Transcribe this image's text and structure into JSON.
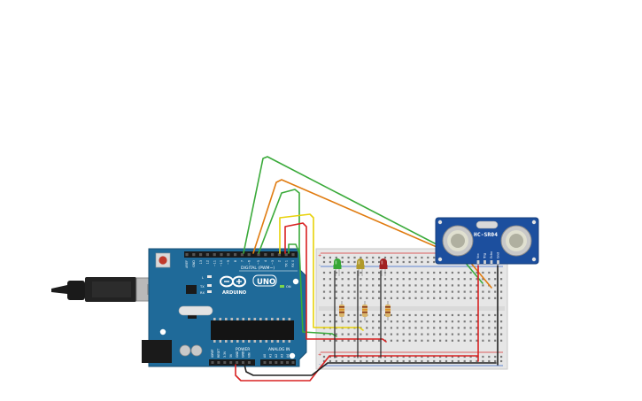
{
  "arduino": {
    "brand": "ARDUINO",
    "model": "UNO",
    "digital_label": "DIGITAL (PWM~)",
    "power_label": "POWER",
    "analog_label": "ANALOG IN",
    "on_label": "ON",
    "digital_pins": [
      "AREF",
      "GND",
      "13",
      "12",
      "~11",
      "~10",
      "~9",
      "8",
      "7",
      "~6",
      "~5",
      "4",
      "~3",
      "2",
      "TX 1",
      "RX 0"
    ],
    "power_pins": [
      "IOREF",
      "RESET",
      "3.3V",
      "5V",
      "GND",
      "GND",
      "VIN"
    ],
    "analog_pins": [
      "A0",
      "A1",
      "A2",
      "A3",
      "A4",
      "A5"
    ],
    "led_labels": [
      "L",
      "TX",
      "RX"
    ]
  },
  "sensor": {
    "model": "HC-SR04",
    "pins": [
      "Vcc",
      "Trig",
      "Echo",
      "Gnd"
    ]
  },
  "leds": [
    {
      "color": "#35a635"
    },
    {
      "color": "#b09a2a"
    },
    {
      "color": "#a22222"
    }
  ],
  "wire_colors": {
    "green": "#3aaa3a",
    "orange": "#e07b10",
    "yellow": "#e8d20a",
    "red": "#d82222",
    "black": "#222222"
  },
  "breadboard_signs": [
    "+",
    "-",
    "+",
    "-"
  ]
}
